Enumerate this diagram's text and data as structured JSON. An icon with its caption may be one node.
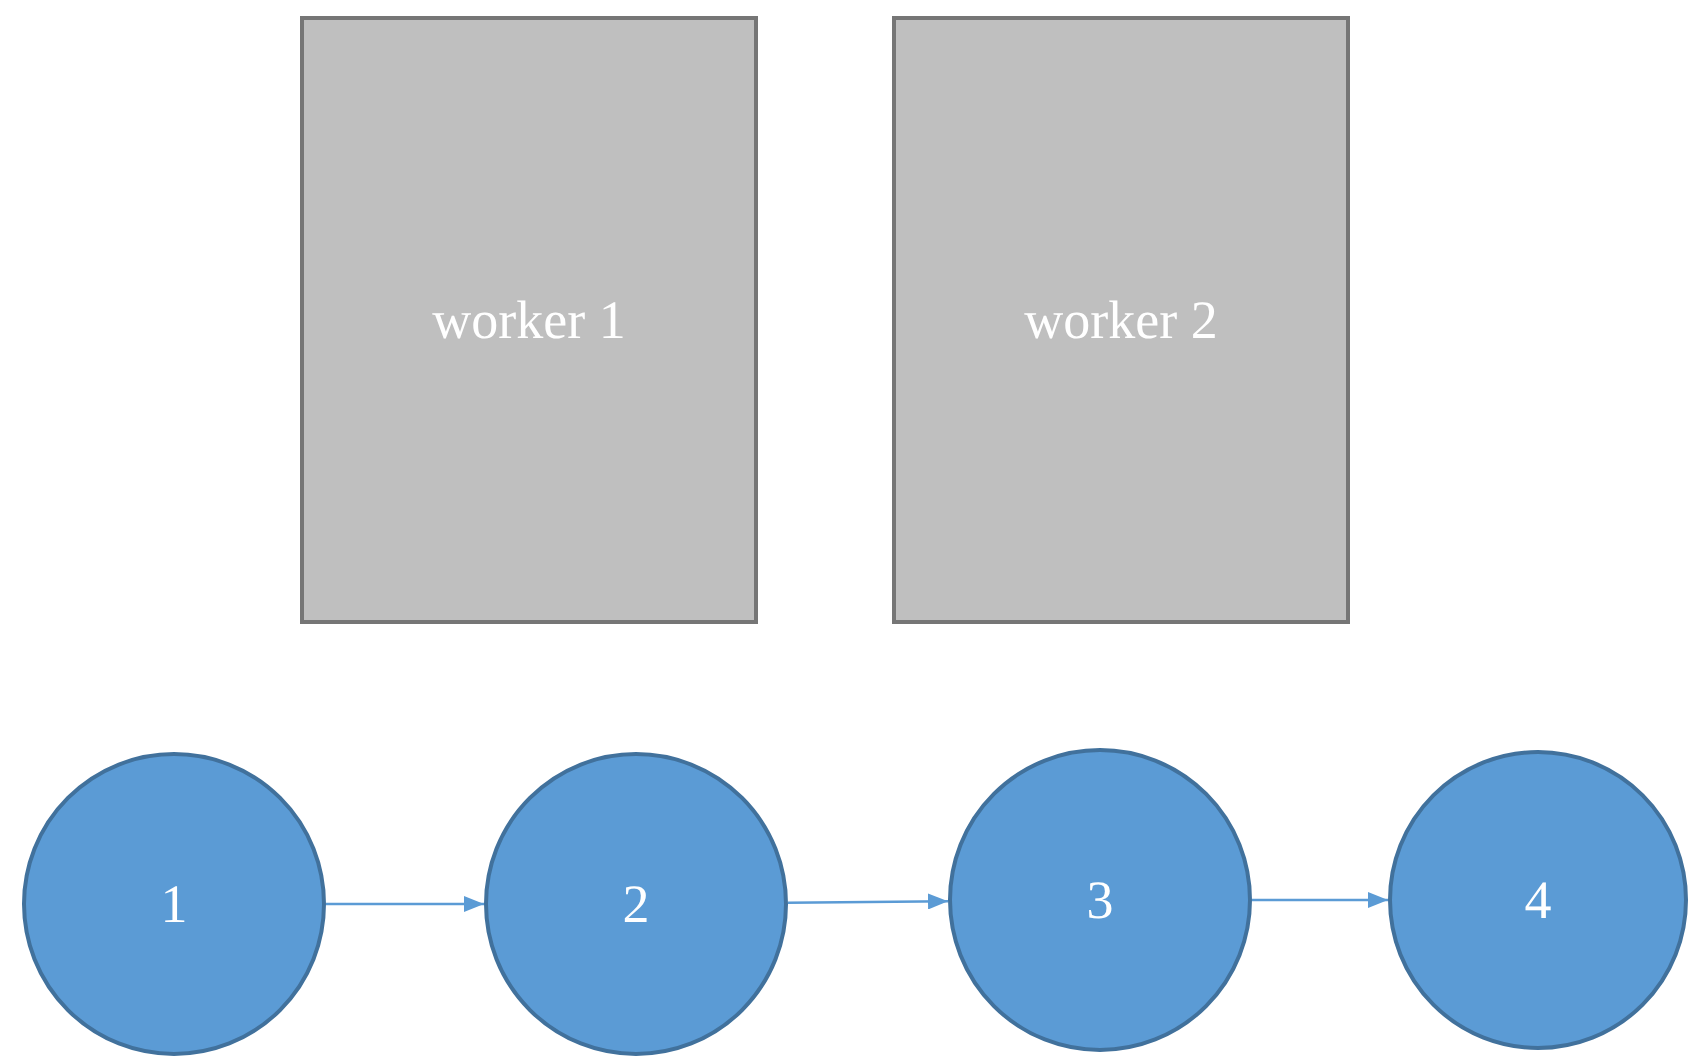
{
  "diagram": {
    "nodes": [
      {
        "text": [
          "worker 1"
        ]
      },
      {
        "text": [
          "worker 2"
        ]
      },
      {
        "text": [
          "1"
        ]
      },
      {
        "text": [
          "2"
        ]
      },
      {
        "text": [
          "3"
        ]
      },
      {
        "text": [
          "4"
        ]
      }
    ],
    "edges": [
      {
        "from": 2,
        "to": 3,
        "arrow": "to"
      },
      {
        "from": 3,
        "to": 4,
        "arrow": "to"
      },
      {
        "from": 4,
        "to": 5,
        "arrow": "to"
      }
    ]
  }
}
